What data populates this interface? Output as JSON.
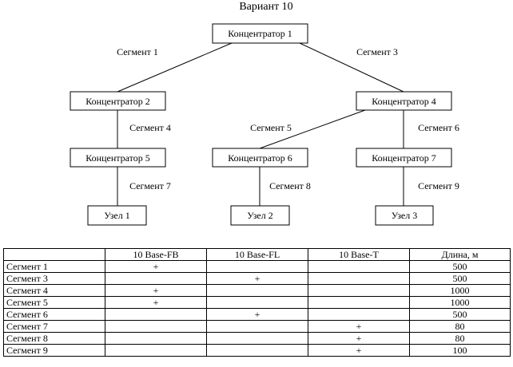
{
  "title": "Вариант 10",
  "nodes": {
    "hub1": "Концентратор 1",
    "hub2": "Концентратор 2",
    "hub4": "Концентратор 4",
    "hub5": "Концентратор 5",
    "hub6": "Концентратор 6",
    "hub7": "Концентратор 7",
    "node1": "Узел 1",
    "node2": "Узел 2",
    "node3": "Узел 3"
  },
  "segments": {
    "s1": "Сегмент 1",
    "s3": "Сегмент 3",
    "s4": "Сегмент 4",
    "s5": "Сегмент 5",
    "s6": "Сегмент 6",
    "s7": "Сегмент 7",
    "s8": "Сегмент 8",
    "s9": "Сегмент 9"
  },
  "table": {
    "headers": [
      "",
      "10 Base-FB",
      "10 Base-FL",
      "10 Base-T",
      "Длина, м"
    ],
    "rows": [
      [
        "Сегмент 1",
        "+",
        "",
        "",
        "500"
      ],
      [
        "Сегмент 3",
        "",
        "+",
        "",
        "500"
      ],
      [
        "Сегмент 4",
        "+",
        "",
        "",
        "1000"
      ],
      [
        "Сегмент 5",
        "+",
        "",
        "",
        "1000"
      ],
      [
        "Сегмент 6",
        "",
        "+",
        "",
        "500"
      ],
      [
        "Сегмент 7",
        "",
        "",
        "+",
        "80"
      ],
      [
        "Сегмент 8",
        "",
        "",
        "+",
        "80"
      ],
      [
        "Сегмент 9",
        "",
        "",
        "+",
        "100"
      ]
    ]
  }
}
